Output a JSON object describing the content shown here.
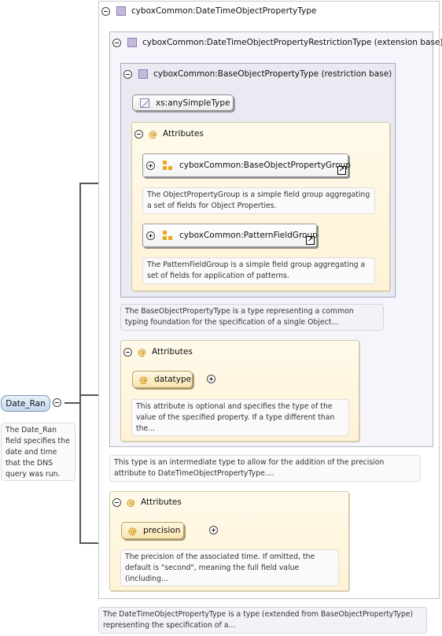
{
  "root": {
    "label": "Date_Ran",
    "doc": "The Date_Ran field specifies the date and time that the DNS query was run."
  },
  "type": {
    "name": "cyboxCommon:DateTimeObjectPropertyType",
    "doc": "The DateTimeObjectPropertyType is a type (extended from BaseObjectPropertyType) representing the specification of a..."
  },
  "extension": {
    "name": "cyboxCommon:DateTimeObjectPropertyRestrictionType (extension base)",
    "doc": "This type is an intermediate type to allow for the addition of the precision attribute to DateTimeObjectPropertyType...."
  },
  "restriction": {
    "name": "cyboxCommon:BaseObjectPropertyType (restriction base)",
    "simple_type": "xs:anySimpleType",
    "doc": "The BaseObjectPropertyType is a type representing a common typing foundation for the specification of a single Object..."
  },
  "attributes_1": {
    "title": "Attributes",
    "groups": [
      {
        "name": "cyboxCommon:BaseObjectPropertyGroup",
        "doc": "The ObjectPropertyGroup is a simple field group aggregating a set of fields for Object Properties."
      },
      {
        "name": "cyboxCommon:PatternFieldGroup",
        "doc": "The PatternFieldGroup is a simple field group aggregating a set of fields for application of patterns."
      }
    ]
  },
  "attributes_2": {
    "title": "Attributes",
    "attribute": "datatype",
    "doc": "This attribute is optional and specifies the type of the value of the specified property. If a type different than the..."
  },
  "attributes_3": {
    "title": "Attributes",
    "attribute": "precision",
    "doc": "The precision of the associated time. If omitted, the default is \"second\", meaning the full field value (including..."
  },
  "icons": {
    "at": "@",
    "link": "↗"
  },
  "colors": {
    "attribute_accent": "#d18a00",
    "group_icon": "#f0a81b",
    "type_icon": "#c4b8dc"
  }
}
